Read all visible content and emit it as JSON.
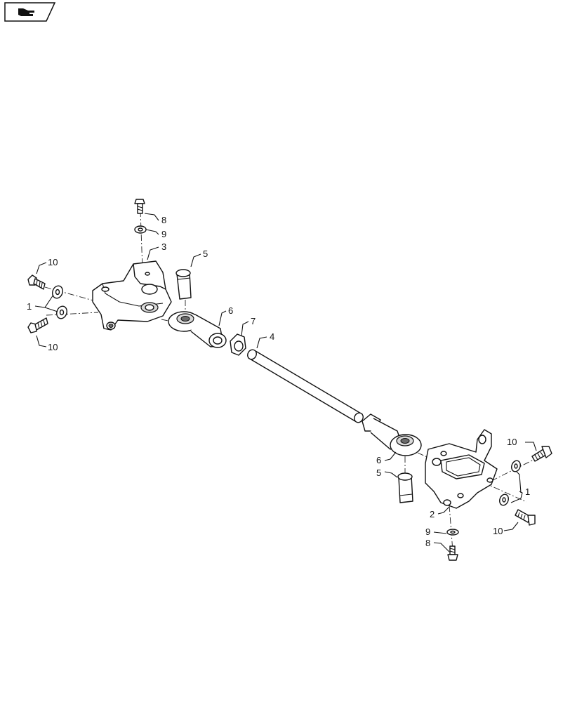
{
  "callouts": [
    {
      "id": "c8-top",
      "text": "8"
    },
    {
      "id": "c9-top",
      "text": "9"
    },
    {
      "id": "c3",
      "text": "3"
    },
    {
      "id": "c5-top",
      "text": "5"
    },
    {
      "id": "c10-a",
      "text": "10"
    },
    {
      "id": "c1-left",
      "text": "1"
    },
    {
      "id": "c10-b",
      "text": "10"
    },
    {
      "id": "c6-top",
      "text": "6"
    },
    {
      "id": "c7",
      "text": "7"
    },
    {
      "id": "c4",
      "text": "4"
    },
    {
      "id": "c10-c",
      "text": "10"
    },
    {
      "id": "c6-bot",
      "text": "6"
    },
    {
      "id": "c5-bot",
      "text": "5"
    },
    {
      "id": "c1-right",
      "text": "1"
    },
    {
      "id": "c2",
      "text": "2"
    },
    {
      "id": "c10-d",
      "text": "10"
    },
    {
      "id": "c9-bot",
      "text": "9"
    },
    {
      "id": "c8-bot",
      "text": "8"
    }
  ],
  "icons": {
    "corner": "hand-pointing-icon"
  }
}
